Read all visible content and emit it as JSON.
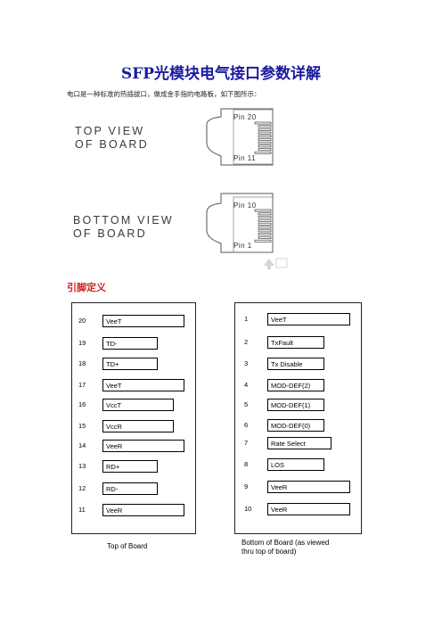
{
  "title": "SFP光模块电气接口参数详解",
  "intro": "电口是一种标准的热插拔口，做成金手指的电路板，如下图所示：",
  "diagram_top": {
    "label_line1": "TOP VIEW",
    "label_line2": "OF BOARD",
    "pin_high": "Pin 20",
    "pin_low": "Pin 11"
  },
  "diagram_bottom": {
    "label_line1": "BOTTOM VIEW",
    "label_line2": "OF BOARD",
    "pin_high": "Pin 10",
    "pin_low": "Pin  1"
  },
  "section_heading": "引脚定义",
  "top_of_board": {
    "caption": "Top of Board",
    "pins": [
      {
        "num": "20",
        "label": "VeeT"
      },
      {
        "num": "19",
        "label": "TD-"
      },
      {
        "num": "18",
        "label": "TD+"
      },
      {
        "num": "17",
        "label": "VeeT"
      },
      {
        "num": "16",
        "label": "VccT"
      },
      {
        "num": "15",
        "label": "VccR"
      },
      {
        "num": "14",
        "label": "VeeR"
      },
      {
        "num": "13",
        "label": "RD+"
      },
      {
        "num": "12",
        "label": "RD-"
      },
      {
        "num": "11",
        "label": "VeeR"
      }
    ]
  },
  "bottom_of_board": {
    "caption_line1": "Bottom of Board (as viewed",
    "caption_line2": "thru top of board)",
    "pins": [
      {
        "num": "1",
        "label": "VeeT"
      },
      {
        "num": "2",
        "label": "TxFault"
      },
      {
        "num": "3",
        "label": "Tx Disable"
      },
      {
        "num": "4",
        "label": "MOD-DEF(2)"
      },
      {
        "num": "5",
        "label": "MOD-DEF(1)"
      },
      {
        "num": "6",
        "label": "MOD-DEF(0)"
      },
      {
        "num": "7",
        "label": "Rate Select"
      },
      {
        "num": "8",
        "label": "LOS"
      },
      {
        "num": "9",
        "label": "VeeR"
      },
      {
        "num": "10",
        "label": "VeeR"
      }
    ]
  }
}
